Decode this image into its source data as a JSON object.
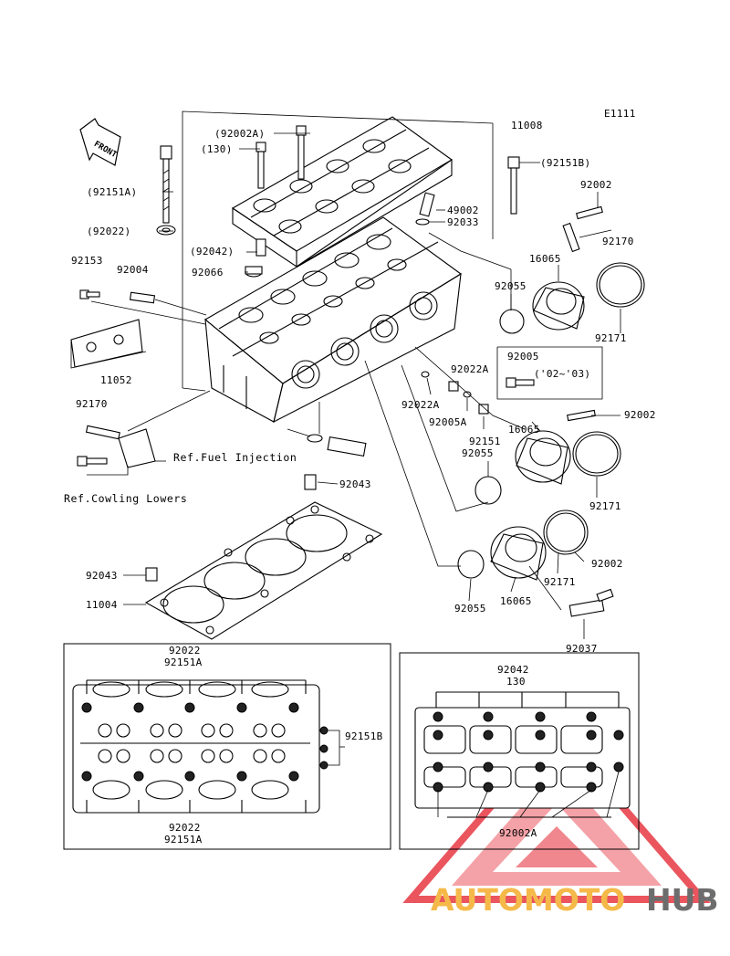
{
  "diagram": {
    "code": "E1111",
    "front_label": "FRONT",
    "callouts": [
      {
        "id": "c11008",
        "text": "11008"
      },
      {
        "id": "c92002A",
        "text": "(92002A)"
      },
      {
        "id": "c130",
        "text": "(130)"
      },
      {
        "id": "c92151B",
        "text": "(92151B)"
      },
      {
        "id": "c92151A",
        "text": "(92151A)"
      },
      {
        "id": "c49002",
        "text": "49002"
      },
      {
        "id": "c92033",
        "text": "92033"
      },
      {
        "id": "c92002a",
        "text": "92002"
      },
      {
        "id": "c92022p",
        "text": "(92022)"
      },
      {
        "id": "c92170a",
        "text": "92170"
      },
      {
        "id": "c92042p",
        "text": "(92042)"
      },
      {
        "id": "c92066",
        "text": "92066"
      },
      {
        "id": "c16065a",
        "text": "16065"
      },
      {
        "id": "c92153",
        "text": "92153"
      },
      {
        "id": "c92004",
        "text": "92004"
      },
      {
        "id": "c92055a",
        "text": "92055"
      },
      {
        "id": "c92171a",
        "text": "92171"
      },
      {
        "id": "c92005",
        "text": "92005"
      },
      {
        "id": "c0203",
        "text": "('02~'03)"
      },
      {
        "id": "c11052",
        "text": "11052"
      },
      {
        "id": "c92022A1",
        "text": "92022A"
      },
      {
        "id": "c92022A2",
        "text": "92022A"
      },
      {
        "id": "c92005A",
        "text": "92005A"
      },
      {
        "id": "c92002b",
        "text": "92002"
      },
      {
        "id": "c92170b",
        "text": "92170"
      },
      {
        "id": "c92151",
        "text": "92151"
      },
      {
        "id": "c16065b",
        "text": "16065"
      },
      {
        "id": "c92055b",
        "text": "92055"
      },
      {
        "id": "c92171b",
        "text": "92171"
      },
      {
        "id": "c92043a",
        "text": "92043"
      },
      {
        "id": "c92043b",
        "text": "92043"
      },
      {
        "id": "c92002c",
        "text": "92002"
      },
      {
        "id": "c92171c",
        "text": "92171"
      },
      {
        "id": "c11004",
        "text": "11004"
      },
      {
        "id": "c92055c",
        "text": "92055"
      },
      {
        "id": "c16065c",
        "text": "16065"
      },
      {
        "id": "c92037",
        "text": "92037"
      },
      {
        "id": "cL92022t",
        "text": "92022"
      },
      {
        "id": "cL92151At",
        "text": "92151A"
      },
      {
        "id": "cL92151B",
        "text": "92151B"
      },
      {
        "id": "cL92022b",
        "text": "92022"
      },
      {
        "id": "cL92151Ab",
        "text": "92151A"
      },
      {
        "id": "cR92042",
        "text": "92042"
      },
      {
        "id": "cR130",
        "text": "130"
      },
      {
        "id": "cR92002A",
        "text": "92002A"
      }
    ],
    "refs": {
      "fuel_injection": "Ref.Fuel Injection",
      "cowling_lowers": "Ref.Cowling Lowers"
    }
  },
  "watermark": {
    "brand_a": "AUTOMOTO",
    "brand_b": "HUB",
    "color_red": "#e8434d",
    "color_orange": "#f5b94a",
    "color_gray": "#6d6d6d"
  }
}
